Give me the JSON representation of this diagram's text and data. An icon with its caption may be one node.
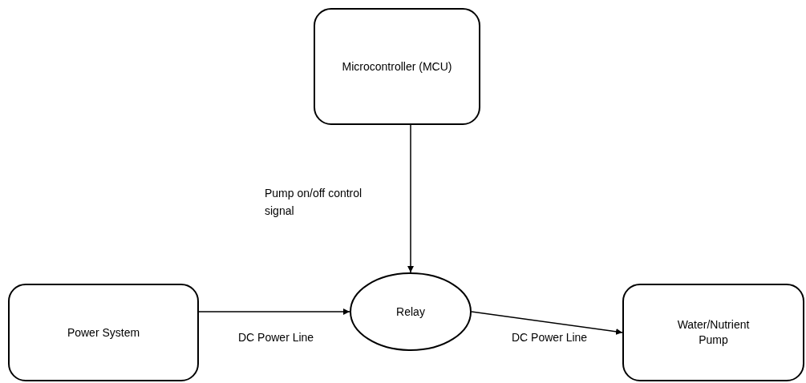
{
  "diagram": {
    "nodes": [
      {
        "text": [
          "Microcontroller (MCU)"
        ]
      },
      {
        "text": [
          "Power System"
        ]
      },
      {
        "text": [
          "Relay"
        ]
      },
      {
        "text": [
          "Water/Nutrient Pump"
        ]
      }
    ],
    "edges": [
      {
        "from": 0,
        "to": 2,
        "arrow": "to",
        "label": "Pump on/off control signal"
      },
      {
        "from": 1,
        "to": 2,
        "arrow": "to",
        "label": "DC Power Line"
      },
      {
        "from": 2,
        "to": 3,
        "arrow": "to",
        "label": "DC Power Line"
      }
    ]
  }
}
